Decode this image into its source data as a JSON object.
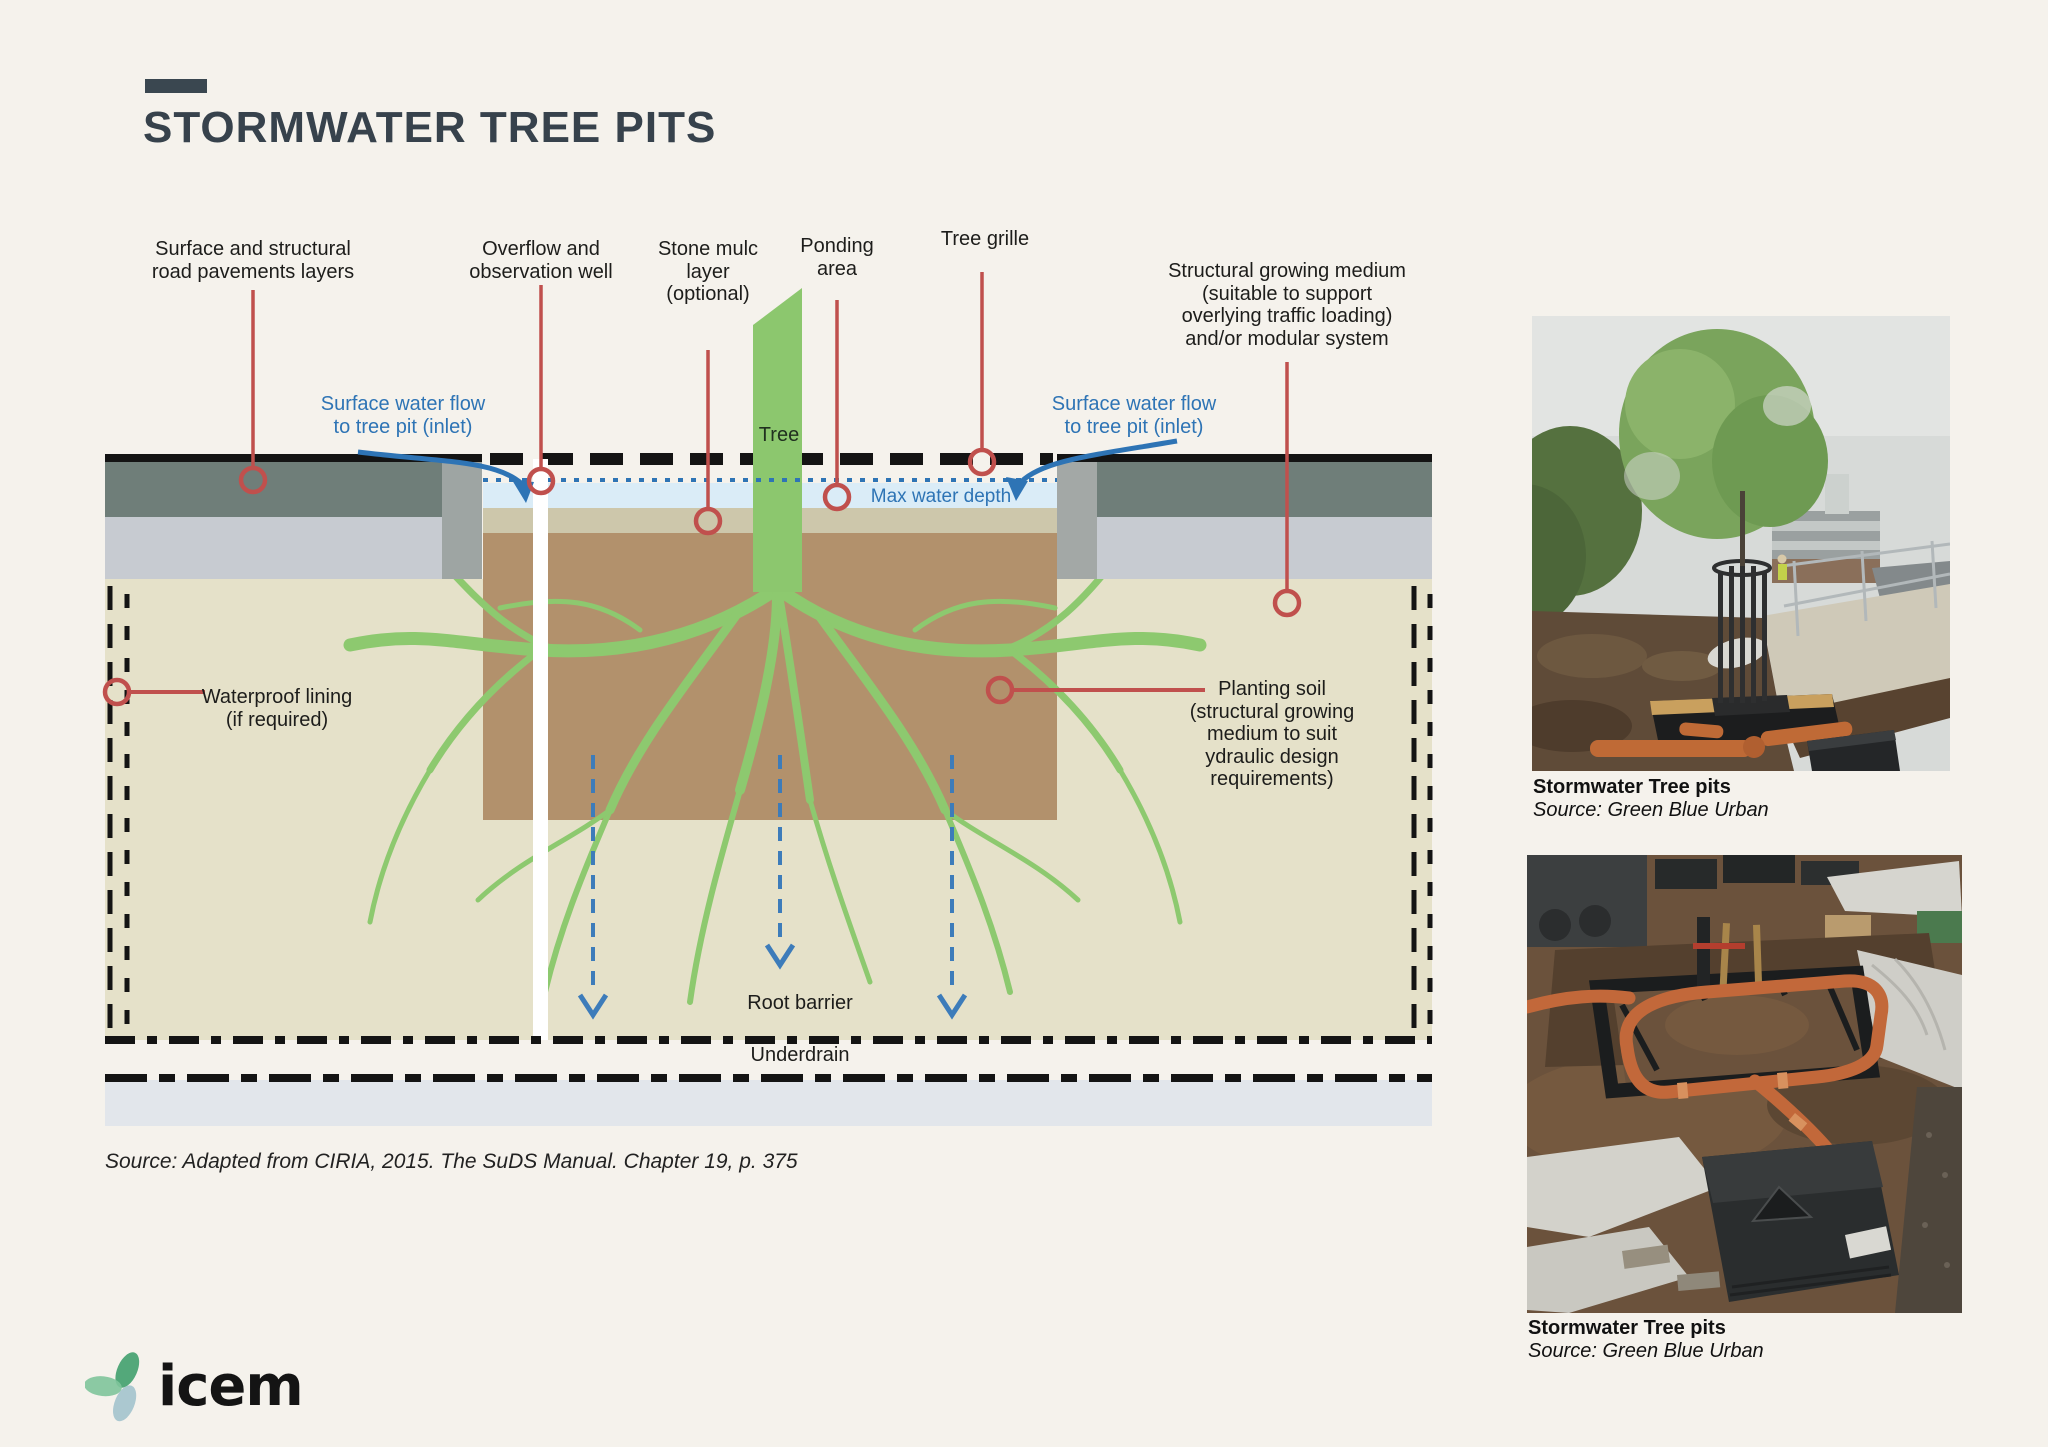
{
  "header": {
    "title": "STORMWATER TREE PITS"
  },
  "diagram": {
    "labels": {
      "pavements": "Surface and structural\nroad pavements layers",
      "overflow": "Overflow and\nobservation well",
      "stone_mulch": "Stone mulc\nlayer\n(optional)",
      "ponding": "Ponding\narea",
      "tree_grille": "Tree grille",
      "growing_medium": "Structural growing medium\n(suitable to support\noverlying traffic loading)\nand/or modular system",
      "waterproof": "Waterproof lining\n(if required)",
      "planting_soil": "Planting soil\n(structural growing\nmedium to suit\nydraulic design\nrequirements)",
      "flow_left": "Surface water flow\nto tree pit (inlet)",
      "flow_right": "Surface water flow\nto tree pit (inlet)",
      "max_water": "Max water depth",
      "tree": "Tree",
      "root_barrier": "Root barrier",
      "underdrain": "Underdrain"
    },
    "source": "Source: Adapted from CIRIA, 2015. The SuDS Manual. Chapter 19, p. 375"
  },
  "photos": [
    {
      "caption_title": "Stormwater Tree pits",
      "caption_source": "Source: Green Blue Urban"
    },
    {
      "caption_title": "Stormwater Tree pits",
      "caption_source": "Source: Green Blue Urban"
    }
  ],
  "footer": {
    "logo_text": "icem"
  },
  "colors": {
    "background": "#f5f2ec",
    "title_text": "#37424c",
    "pavement_dark": "#6f7e79",
    "pavement_light": "#c7cbd1",
    "curb_gray": "#9ea5a3",
    "soil_beige": "#e5e1c9",
    "soil_brown": "#b2916c",
    "mulch_olive": "#cdc7ab",
    "water_blue": "#daecf7",
    "root_green": "#8dc96f",
    "leader_red": "#c0504d",
    "annotation_blue": "#2e74b5",
    "underdrain_band": "#e2e6eb",
    "line_black": "#141414"
  }
}
